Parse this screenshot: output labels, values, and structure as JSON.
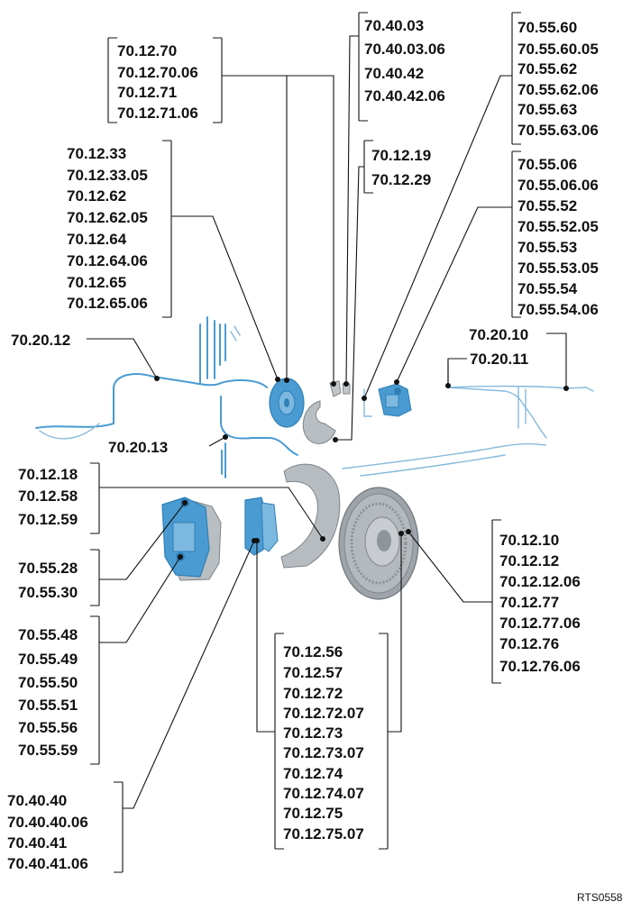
{
  "callouts": {
    "hose_bracket_group": [
      "70.12.70",
      "70.12.70.06",
      "70.12.71",
      "70.12.71.06"
    ],
    "hardware_group": [
      "70.40.03",
      "70.40.03.06",
      "70.40.42",
      "70.40.42.06"
    ],
    "rear_caliper_group": [
      "70.55.60",
      "70.55.60.05",
      "70.55.62",
      "70.55.62.06",
      "70.55.63",
      "70.55.63.06"
    ],
    "rear_disc_group": [
      "70.12.33",
      "70.12.33.05",
      "70.12.62",
      "70.12.62.05",
      "70.12.64",
      "70.12.64.06",
      "70.12.65",
      "70.12.65.06"
    ],
    "rear_shield_group": [
      "70.12.19",
      "70.12.29"
    ],
    "rear_caliper_assy_group": [
      "70.55.06",
      "70.55.06.06",
      "70.55.52",
      "70.55.52.05",
      "70.55.53",
      "70.55.53.05",
      "70.55.54",
      "70.55.54.06"
    ],
    "pipe_left": [
      "70.20.12"
    ],
    "pipe_right_outer": [
      "70.20.10"
    ],
    "pipe_right_inner": [
      "70.20.11"
    ],
    "pipe_center": [
      "70.20.13"
    ],
    "front_shield_group": [
      "70.12.18",
      "70.12.58",
      "70.12.59"
    ],
    "front_caliper_side_group": [
      "70.55.28",
      "70.55.30"
    ],
    "front_caliper_group": [
      "70.55.48",
      "70.55.49",
      "70.55.50",
      "70.55.51",
      "70.55.56",
      "70.55.59"
    ],
    "front_pads_group": [
      "70.40.40",
      "70.40.40.06",
      "70.40.41",
      "70.40.41.06"
    ],
    "front_disc_group": [
      "70.12.10",
      "70.12.12",
      "70.12.12.06",
      "70.12.77",
      "70.12.77.06",
      "70.12.76",
      "70.12.76.06"
    ],
    "front_pad_set_group": [
      "70.12.56",
      "70.12.57",
      "70.12.72",
      "70.12.72.07",
      "70.12.73",
      "70.12.73.07",
      "70.12.74",
      "70.12.74.07",
      "70.12.75",
      "70.12.75.07"
    ]
  },
  "figure_ref": "RTS0558",
  "colors": {
    "part_blue": "#4a9bd1",
    "part_blue_dark": "#2f7fb6",
    "disc_grey": "#a9aeb2",
    "line": "#111111"
  }
}
